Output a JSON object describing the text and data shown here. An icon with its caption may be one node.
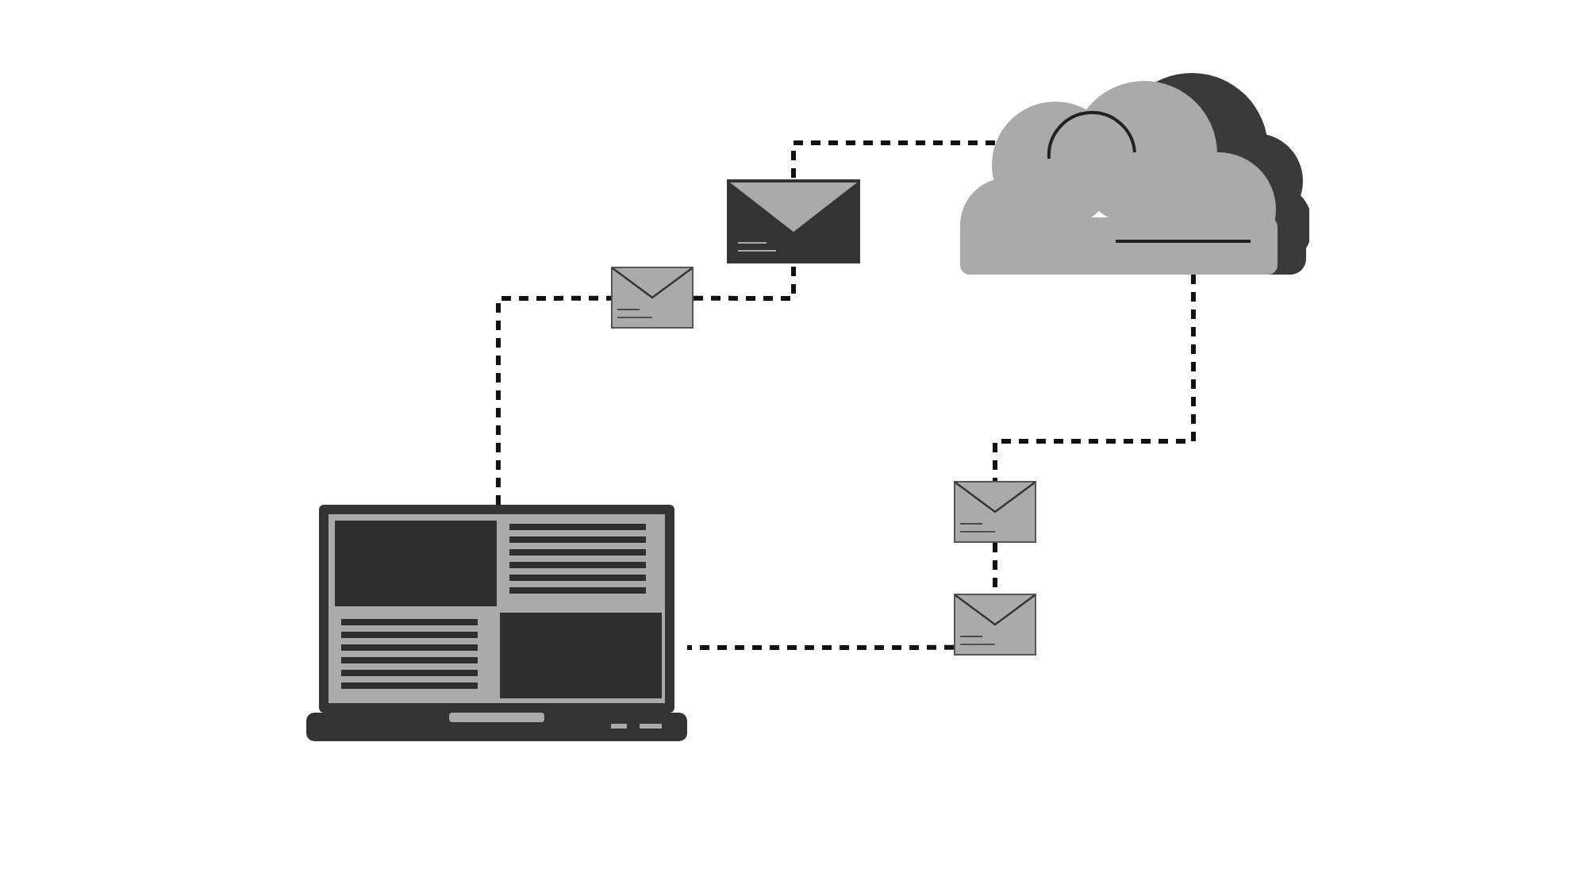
{
  "diagram": {
    "nodes": [
      {
        "text": [],
        "shape": "picture"
      },
      {
        "text": [],
        "shape": "picture"
      },
      {
        "text": [],
        "shape": "picture"
      },
      {
        "text": [],
        "shape": "cloud"
      },
      {
        "text": [],
        "shape": "picture"
      },
      {
        "text": [],
        "shape": "picture"
      }
    ],
    "edges": [
      {
        "from": 0,
        "to": 1,
        "arrow": "none",
        "style": "dashed"
      },
      {
        "from": 1,
        "to": 2,
        "arrow": "none",
        "style": "dashed"
      },
      {
        "from": 2,
        "to": 3,
        "arrow": "none",
        "style": "dashed"
      },
      {
        "from": 3,
        "to": 4,
        "arrow": "none",
        "style": "dashed"
      },
      {
        "from": 4,
        "to": 5,
        "arrow": "none",
        "style": "dashed"
      },
      {
        "from": 5,
        "to": 0,
        "arrow": "none",
        "style": "dashed"
      }
    ]
  }
}
